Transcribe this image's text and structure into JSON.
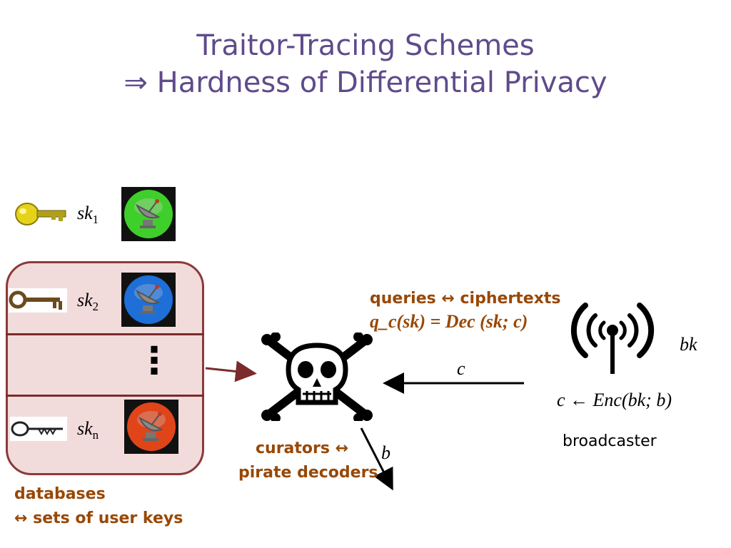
{
  "slide": {
    "title_line1": "Traitor-Tracing Schemes",
    "title_line2": "⇒ Hardness of Differential Privacy"
  },
  "keys": [
    {
      "base": "sk",
      "sub": "1",
      "key_color": "#e6d21a",
      "dish_color": "#3fcf2a"
    },
    {
      "base": "sk",
      "sub": "2",
      "key_color": "#6b4a1e",
      "dish_color": "#1e6fd8"
    },
    {
      "base": "sk",
      "sub": "n",
      "key_color": "#222222",
      "dish_color": "#e0451a"
    }
  ],
  "dots": "⋮",
  "labels": {
    "queries_line1": "queries ↔ ciphertexts",
    "queries_line2": "q_c(sk) = Dec (sk; c)",
    "curators_line1": "curators ↔",
    "curators_line2": "pirate decoders",
    "databases_line1": "databases",
    "databases_line2": "↔ sets of user keys",
    "broadcaster": "broadcaster",
    "c_arrow": "c",
    "b_arrow": "b",
    "bk": "bk",
    "enc": "c ← Enc(bk; b)"
  },
  "colors": {
    "title": "#5f4b8b",
    "accent_brown": "#984806",
    "db_fill": "#f2dcdb",
    "db_border": "#8b3a3a"
  }
}
